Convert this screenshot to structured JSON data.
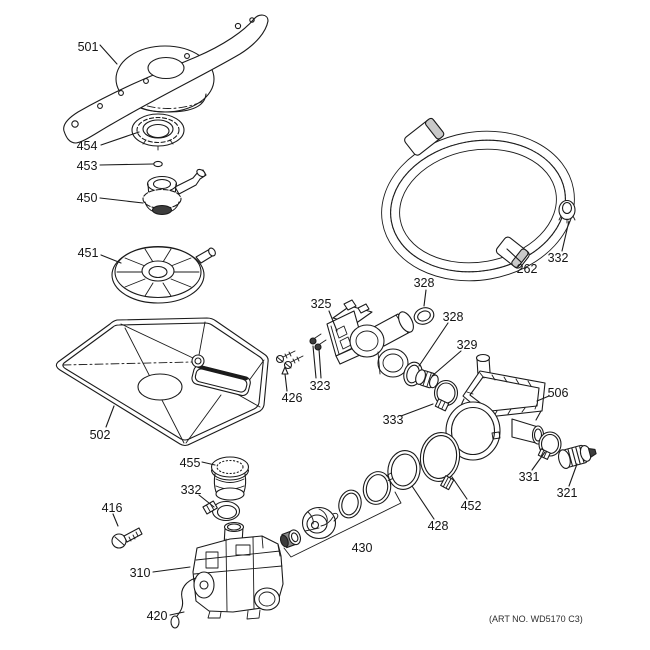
{
  "art_no": "(ART NO. WD5170 C3)",
  "colors": {
    "line": "#1b1b1b",
    "background": "#ffffff",
    "hose_gray": "#9a9a9a"
  },
  "callouts": [
    {
      "label": "501"
    },
    {
      "label": "454"
    },
    {
      "label": "453"
    },
    {
      "label": "450"
    },
    {
      "label": "451"
    },
    {
      "label": "502"
    },
    {
      "label": "426"
    },
    {
      "label": "325"
    },
    {
      "label": "328"
    },
    {
      "label": "328"
    },
    {
      "label": "329"
    },
    {
      "label": "323"
    },
    {
      "label": "333"
    },
    {
      "label": "506"
    },
    {
      "label": "331"
    },
    {
      "label": "321"
    },
    {
      "label": "452"
    },
    {
      "label": "428"
    },
    {
      "label": "430"
    },
    {
      "label": "455"
    },
    {
      "label": "332"
    },
    {
      "label": "416"
    },
    {
      "label": "310"
    },
    {
      "label": "420"
    },
    {
      "label": "262"
    },
    {
      "label": "332"
    }
  ]
}
